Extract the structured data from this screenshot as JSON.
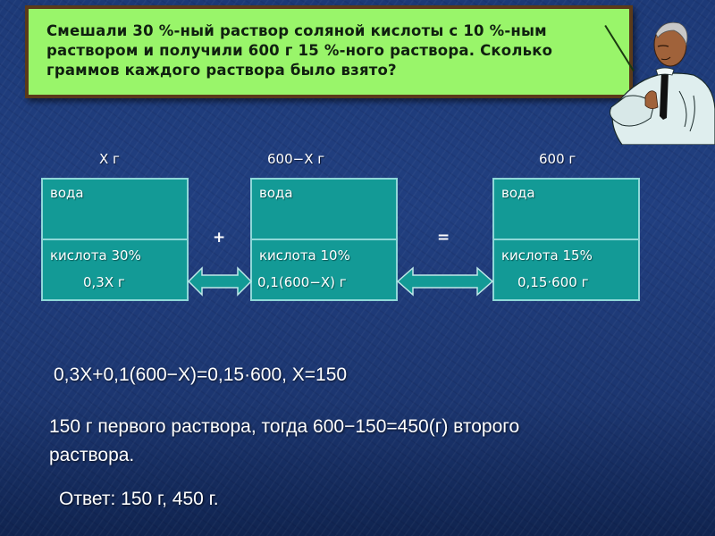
{
  "problem": {
    "lines": [
      "Смешали 30 %-ный раствор соляной кислоты с 10 %-ным",
      "раствором и получили 600 г 15 %-ного раствора. Сколько",
      "граммов каждого раствора было взято?"
    ]
  },
  "diagram": {
    "boxes": [
      {
        "mass_label": "Х г",
        "top": "вода",
        "acid": "кислота  30%",
        "acid_mass": "0,3Х г"
      },
      {
        "mass_label": "600−Х г",
        "top": "вода",
        "acid": "кислота  10%",
        "acid_mass": "0,1(600−Х) г"
      },
      {
        "mass_label": "600 г",
        "top": "вода",
        "acid": "кислота  15%",
        "acid_mass": "0,15·600 г"
      }
    ],
    "plus": "+",
    "equals": "="
  },
  "solution": {
    "equation": "0,3Х+0,1(600−Х)=0,15·600, Х=150",
    "explanation_line1": "150 г первого раствора, тогда 600−150=450(г) второго",
    "explanation_line2": "раствора.",
    "answer": "Ответ: 150 г, 450 г."
  },
  "colors": {
    "background": "#1f3d7c",
    "problem_box": "#99f56a",
    "problem_border": "#5a3a1a",
    "diagram_box": "#139a96",
    "diagram_border": "#8fd8d8"
  },
  "icons": {
    "teacher": "teacher-with-pointer-clipart",
    "arrow": "double-headed-arrow"
  }
}
